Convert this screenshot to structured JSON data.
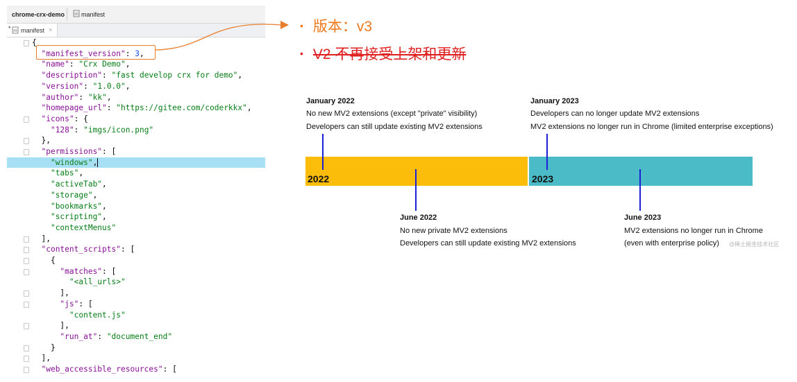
{
  "ide": {
    "breadcrumb": {
      "project": "chrome-crx-demo",
      "file": "manifest"
    },
    "tab": {
      "modified_marker": "*",
      "label": "manifest",
      "close": "×"
    },
    "code_lines": [
      {
        "t": "{"
      },
      {
        "t": "  \"manifest_version\": 3,"
      },
      {
        "t": "  \"name\": \"Crx Demo\","
      },
      {
        "t": "  \"description\": \"fast develop crx for demo\","
      },
      {
        "t": "  \"version\": \"1.0.0\","
      },
      {
        "t": "  \"author\": \"kk\","
      },
      {
        "t": "  \"homepage_url\": \"https://gitee.com/coderkkx\","
      },
      {
        "t": "  \"icons\": {"
      },
      {
        "t": "    \"128\": \"imgs/icon.png\""
      },
      {
        "t": "  },"
      },
      {
        "t": "  \"permissions\": ["
      },
      {
        "t": "    \"windows\","
      },
      {
        "t": "    \"tabs\","
      },
      {
        "t": "    \"activeTab\","
      },
      {
        "t": "    \"storage\","
      },
      {
        "t": "    \"bookmarks\","
      },
      {
        "t": "    \"scripting\","
      },
      {
        "t": "    \"contextMenus\""
      },
      {
        "t": "  ],"
      },
      {
        "t": "  \"content_scripts\": ["
      },
      {
        "t": "    {"
      },
      {
        "t": "      \"matches\": ["
      },
      {
        "t": "        \"<all_urls>\""
      },
      {
        "t": "      ],"
      },
      {
        "t": "      \"js\": ["
      },
      {
        "t": "        \"content.js\""
      },
      {
        "t": "      ],"
      },
      {
        "t": "      \"run_at\": \"document_end\""
      },
      {
        "t": "    }"
      },
      {
        "t": "  ],"
      },
      {
        "t": "  \"web_accessible_resources\": ["
      }
    ],
    "highlighted_line": 11
  },
  "notes": {
    "bullet1": "版本：v3",
    "bullet2": "V2 不再接受上架和更新",
    "bullet_marker": "•"
  },
  "timeline": {
    "jan2022": {
      "heading": "January 2022",
      "line1": "No new MV2 extensions (except \"private\" visibility)",
      "line2": "Developers can still update existing MV2 extensions"
    },
    "jan2023": {
      "heading": "January 2023",
      "line1": "Developers can no longer update MV2 extensions",
      "line2": "MV2 extensions no longer run in Chrome (limited enterprise exceptions)"
    },
    "jun2022": {
      "heading": "June 2022",
      "line1": "No new private MV2 extensions",
      "line2": "Developers can still update existing MV2 extensions"
    },
    "jun2023": {
      "heading": "June 2023",
      "line1": "MV2 extensions no longer run in Chrome",
      "line2": "(even with enterprise policy)"
    },
    "year2022": "2022",
    "year2023": "2023",
    "colors": {
      "bar2022": "#fbbd0a",
      "bar2023": "#4bbcc7",
      "markers": "#1b20d6",
      "callout": "#e87e2c"
    },
    "watermark": "@稀土掘金技术社区"
  }
}
